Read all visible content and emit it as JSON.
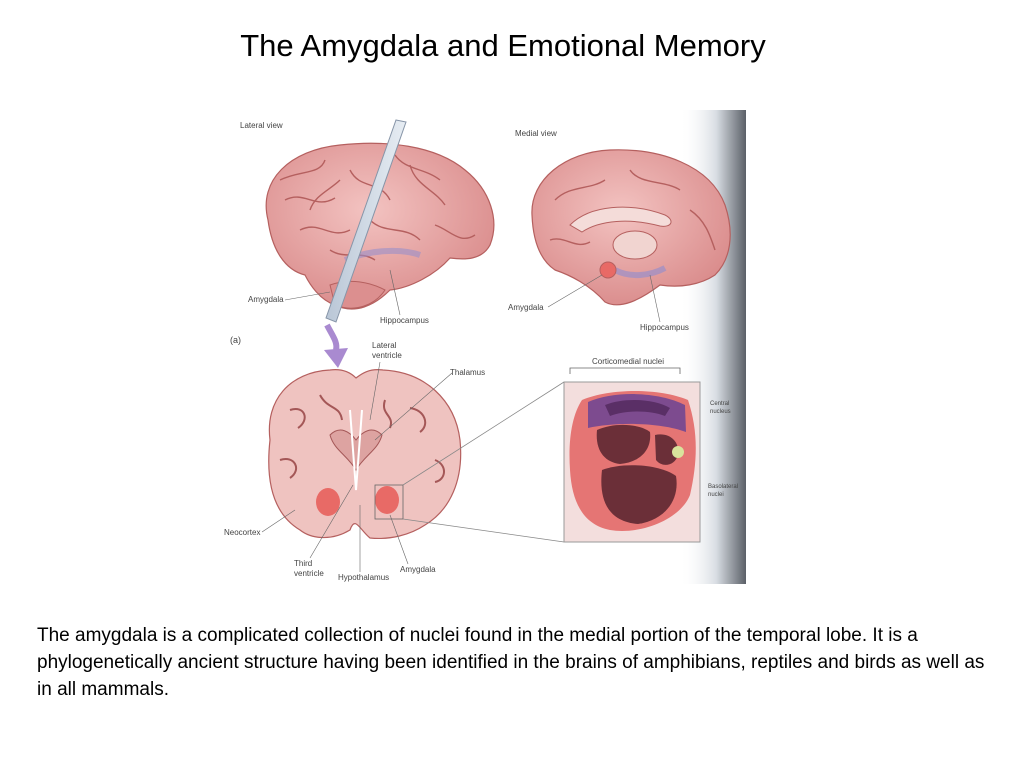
{
  "slide": {
    "title": "The Amygdala and Emotional Memory",
    "caption": "The amygdala is a complicated collection of nuclei found in the medial portion of the temporal lobe. It is a phylogenetically ancient structure having been identified in the brains of amphibians, reptiles and birds as well as in all mammals."
  },
  "figure": {
    "panel_letter": "(a)",
    "lateral_view": {
      "title": "Lateral view",
      "amygdala": "Amygdala",
      "hippocampus": "Hippocampus"
    },
    "medial_view": {
      "title": "Medial view",
      "amygdala": "Amygdala",
      "hippocampus": "Hippocampus"
    },
    "coronal_section": {
      "lateral_ventricle_1": "Lateral",
      "lateral_ventricle_2": "ventricle",
      "thalamus": "Thalamus",
      "neocortex": "Neocortex",
      "third_ventricle_1": "Third",
      "third_ventricle_2": "ventricle",
      "hypothalamus": "Hypothalamus",
      "amygdala": "Amygdala"
    },
    "nuclei_inset": {
      "corticomedial": "Corticomedial nuclei",
      "central_1": "Central",
      "central_2": "nucleus",
      "basolateral_1": "Basolateral",
      "basolateral_2": "nuclei"
    },
    "colors": {
      "brain_pink": "#e9a7a6",
      "sulcus": "#b5605f",
      "amygdala_red": "#e86a66",
      "nucleus_dark": "#6b2f38",
      "corticomedial_purple": "#7d4b8f",
      "central_yellow": "#d9e39c",
      "arrow_purple": "#a98ad0"
    }
  }
}
